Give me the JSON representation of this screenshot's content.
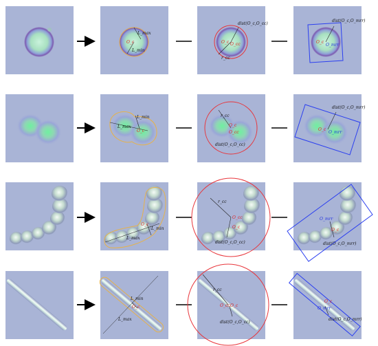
{
  "colors": {
    "panel_bg": "#a9b4d6",
    "contour": "#e6b24a",
    "circle": "#e8343a",
    "box": "#2a3ef0",
    "center_red": "#e02020",
    "center_blue": "#2030e0",
    "arrow": "#000000"
  },
  "rows": [
    {
      "name": "row-1",
      "labels": {
        "panel2": [
          "L_max",
          "O_c",
          "L_min"
        ],
        "panel3": [
          "dist(O_c,O_cc)",
          "O_c",
          "O_cc",
          "r_cc"
        ],
        "panel4": [
          "dist(O_c,O_mrr)",
          "O_c",
          "O_mrr"
        ]
      }
    },
    {
      "name": "row-2",
      "labels": {
        "panel2": [
          "L_min",
          "L_max",
          "O_c"
        ],
        "panel3": [
          "r_cc",
          "O_c",
          "O_cc",
          "dist(O_c,O_cc)"
        ],
        "panel4": [
          "dist(O_c,O_mrr)",
          "O_c",
          "O_mrr"
        ]
      }
    },
    {
      "name": "row-3",
      "labels": {
        "panel2": [
          "O_c",
          "L_min",
          "L_max"
        ],
        "panel3": [
          "r_cc",
          "O_cc",
          "O_c",
          "dist(O_c,O_cc)"
        ],
        "panel4": [
          "O_mrr",
          "O_c",
          "dist(O_c,O_mrr)"
        ]
      }
    },
    {
      "name": "row-4",
      "labels": {
        "panel2": [
          "L_min",
          "O_c",
          "L_max"
        ],
        "panel3": [
          "r_cc",
          "O_cc",
          "O_c",
          "dist(O_c,O_cc)"
        ],
        "panel4": [
          "O_c",
          "O_mrr",
          "dist(O_c,O_mrr)"
        ]
      }
    }
  ]
}
